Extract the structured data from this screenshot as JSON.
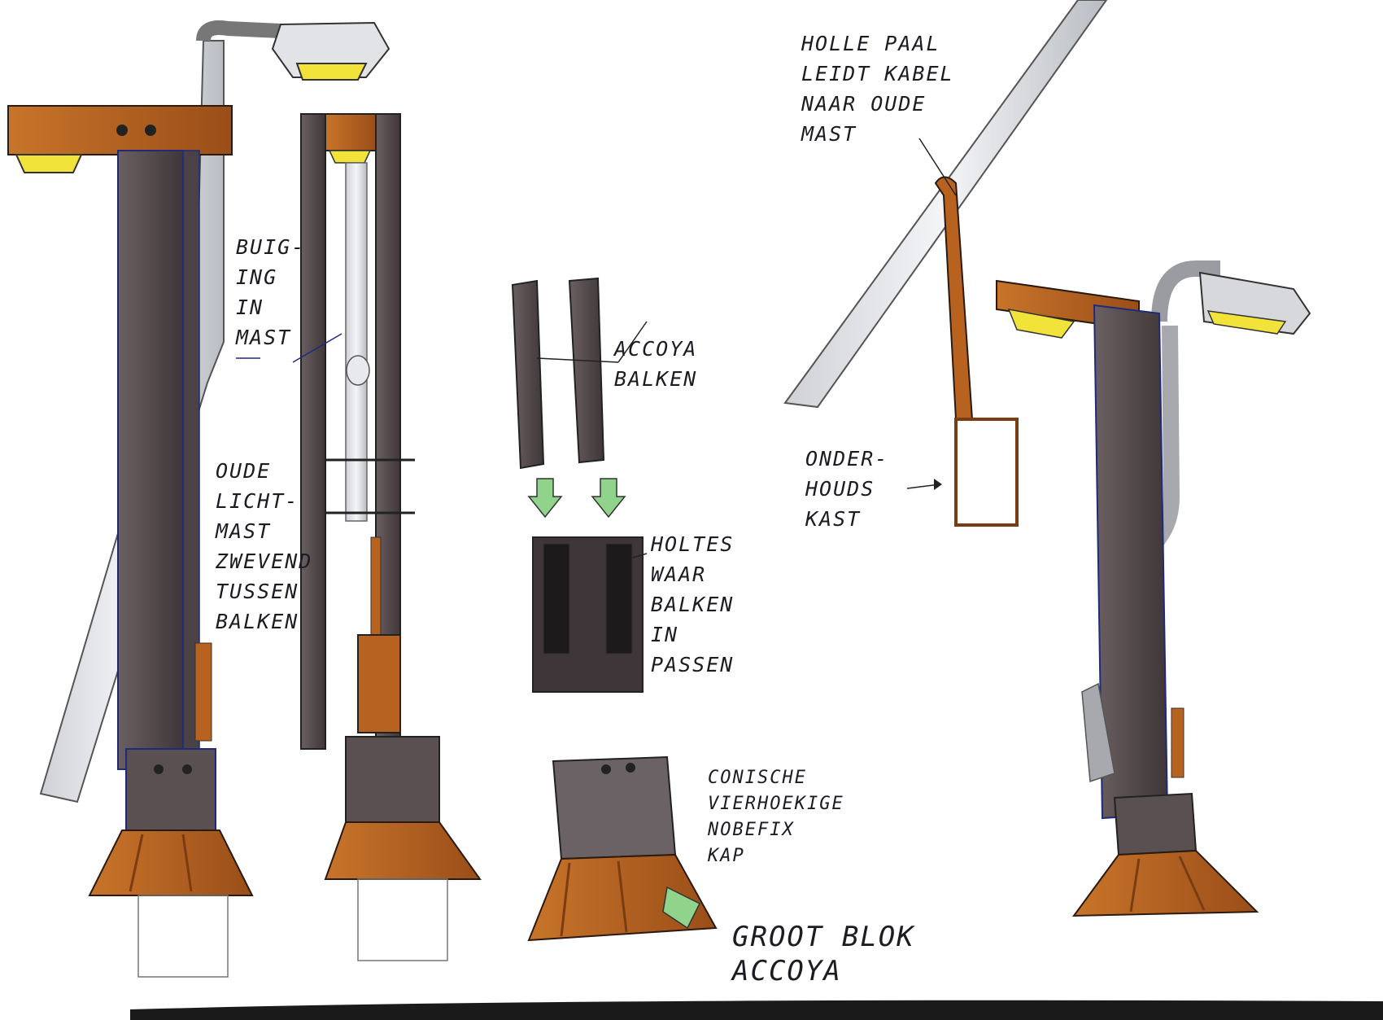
{
  "palette": {
    "wood": "#b8621f",
    "wood_dark": "#7a3c12",
    "beam": "#5a5052",
    "beam_light": "#7a7072",
    "pole": "#e8e9ec",
    "pole_edge": "#8d9096",
    "lamp_glow": "#f2e33a",
    "arrow_green": "#8fd48a",
    "ink": "#1c1c22",
    "pen_blue": "#1f2a7a"
  },
  "icons": [
    "lamp-head-icon",
    "green-down-arrow-icon",
    "pointer-arrow-icon"
  ],
  "labels": {
    "buiging": "BUIG-\nING\nIN\nMAST",
    "oude_lichtmast": "OUDE\nLICHT-\nMAST\nZWEVEND\nTUSSEN\nBALKEN",
    "accoya_balken": "ACCOYA\nBALKEN",
    "holtes": "HOLTES\nWAAR\nBALKEN\nIN\nPASSEN",
    "conische": "CONISCHE\nVIERHOEKIGE\nNOBEFIX\nKAP",
    "groot_blok": "GROOT BLOK\nACCOYA",
    "holle_paal": "HOLLE PAAL\nLEIDT KABEL\nNAAR OUDE\nMAST",
    "onderhouds": "ONDER-\nHOUDS\nKAST"
  }
}
